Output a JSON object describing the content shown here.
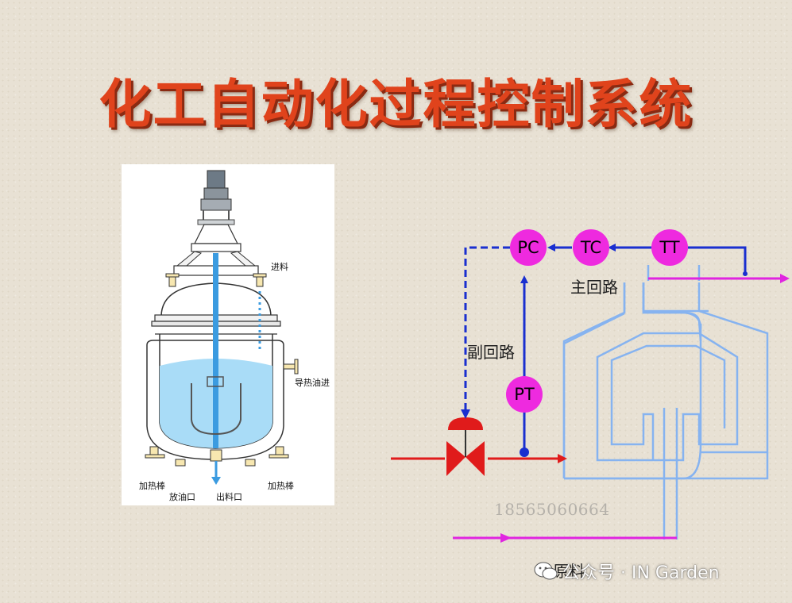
{
  "title": "化工自动化过程控制系统",
  "reactor": {
    "labels": {
      "feed_in": "进料",
      "oil_in": "导热油进",
      "heater_left": "加热棒",
      "oil_drain": "放油口",
      "material_out": "出料口",
      "heater_right": "加热棒"
    }
  },
  "control": {
    "nodes": {
      "pc": "PC",
      "tc": "TC",
      "tt": "TT",
      "pt": "PT"
    },
    "labels": {
      "main_loop": "主回路",
      "sub_loop": "副回路",
      "raw_material": "原料"
    }
  },
  "watermark": {
    "phone": "18565060664",
    "account": "公众号 · IN Garden"
  },
  "colors": {
    "title": "#e0431c",
    "instrument": "#ee2adf",
    "signal_line": "#1a2fd0",
    "steam_line": "#e01b1b",
    "material_line": "#e025e0",
    "vessel": "#86b3f0",
    "liquid": "#a9dcf7"
  }
}
